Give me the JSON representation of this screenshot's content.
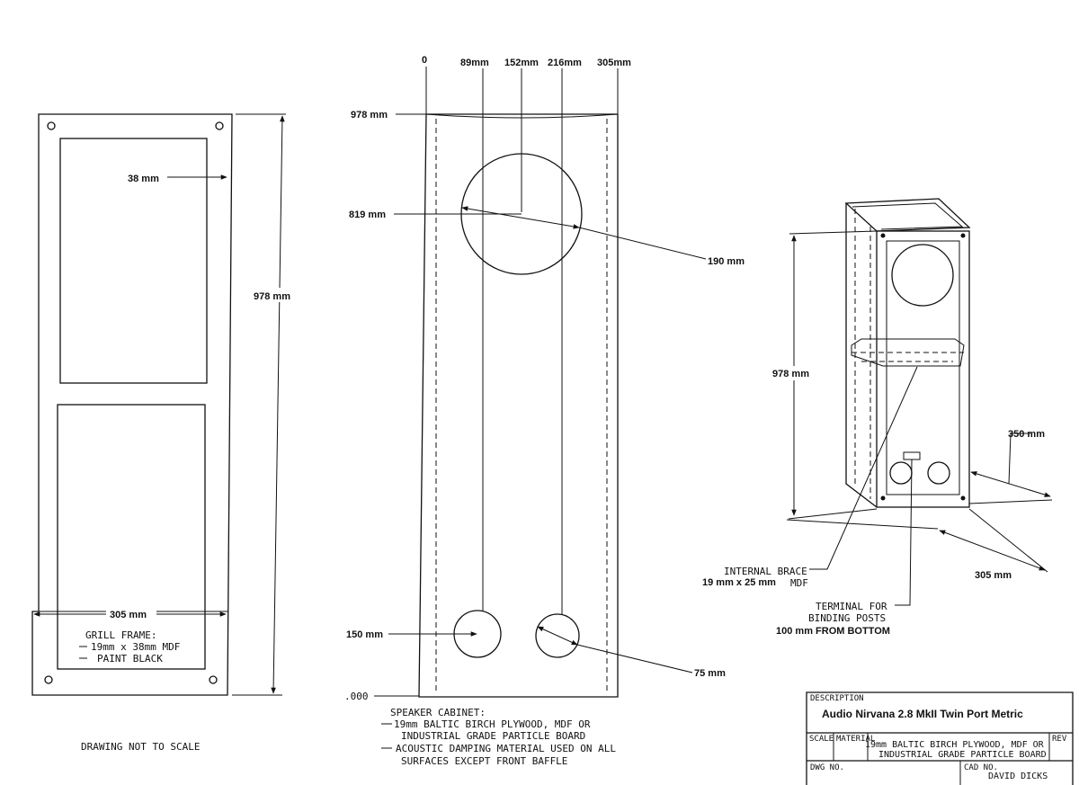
{
  "grill": {
    "dim_38": "38 mm",
    "dim_height": "978 mm",
    "dim_width": "305 mm",
    "note_line1": "GRILL FRAME:",
    "note_line2": "19mm x 38mm MDF",
    "note_line3": "PAINT BLACK",
    "not_to_scale": "DRAWING NOT TO SCALE"
  },
  "front": {
    "x_labels": [
      "0",
      "89mm",
      "152mm",
      "216mm",
      "305mm"
    ],
    "y_978": "978 mm",
    "y_819": "819 mm",
    "y_150": "150 mm",
    "y_000": ".000",
    "driver_dia": "190 mm",
    "port_dia": "75 mm",
    "note_line1": "SPEAKER CABINET:",
    "note_line2": "19mm BALTIC BIRCH PLYWOOD, MDF OR",
    "note_line3": "INDUSTRIAL GRADE PARTICLE BOARD",
    "note_line4": "ACOUSTIC DAMPING MATERIAL USED ON ALL",
    "note_line5": "SURFACES EXCEPT FRONT BAFFLE"
  },
  "iso": {
    "height": "978 mm",
    "depth": "350 mm",
    "width": "305 mm",
    "brace_line1": "INTERNAL BRACE",
    "brace_line2": "19 mm x 25 mm",
    "brace_line3": "MDF",
    "term_line1": "TERMINAL FOR",
    "term_line2": "BINDING POSTS",
    "term_line3": "100 mm FROM BOTTOM"
  },
  "titleblock": {
    "description_label": "DESCRIPTION",
    "description": "Audio Nirvana 2.8 MkII Twin Port Metric",
    "scale_label": "SCALE",
    "material_label": "MATERIAL",
    "material_line1": "19mm BALTIC BIRCH PLYWOOD, MDF OR",
    "material_line2": "INDUSTRIAL GRADE PARTICLE BOARD",
    "rev_label": "REV",
    "dwg_label": "DWG NO.",
    "cad_label": "CAD NO.",
    "cad_value": "DAVID DICKS"
  }
}
